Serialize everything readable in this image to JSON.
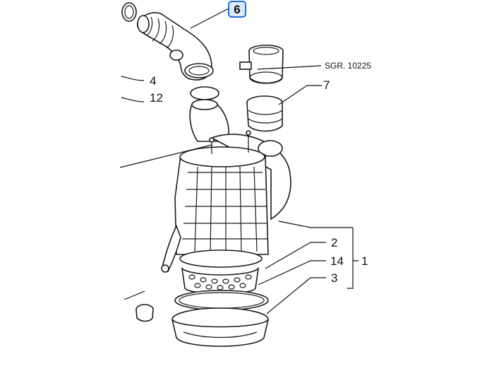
{
  "callouts": {
    "c6": "6",
    "c4": "4",
    "c12": "12",
    "c7": "7",
    "c2": "2",
    "c14": "14",
    "c3": "3",
    "c1": "1"
  },
  "reference": "SGR. 10225",
  "highlight_color": "#1f6fd1"
}
